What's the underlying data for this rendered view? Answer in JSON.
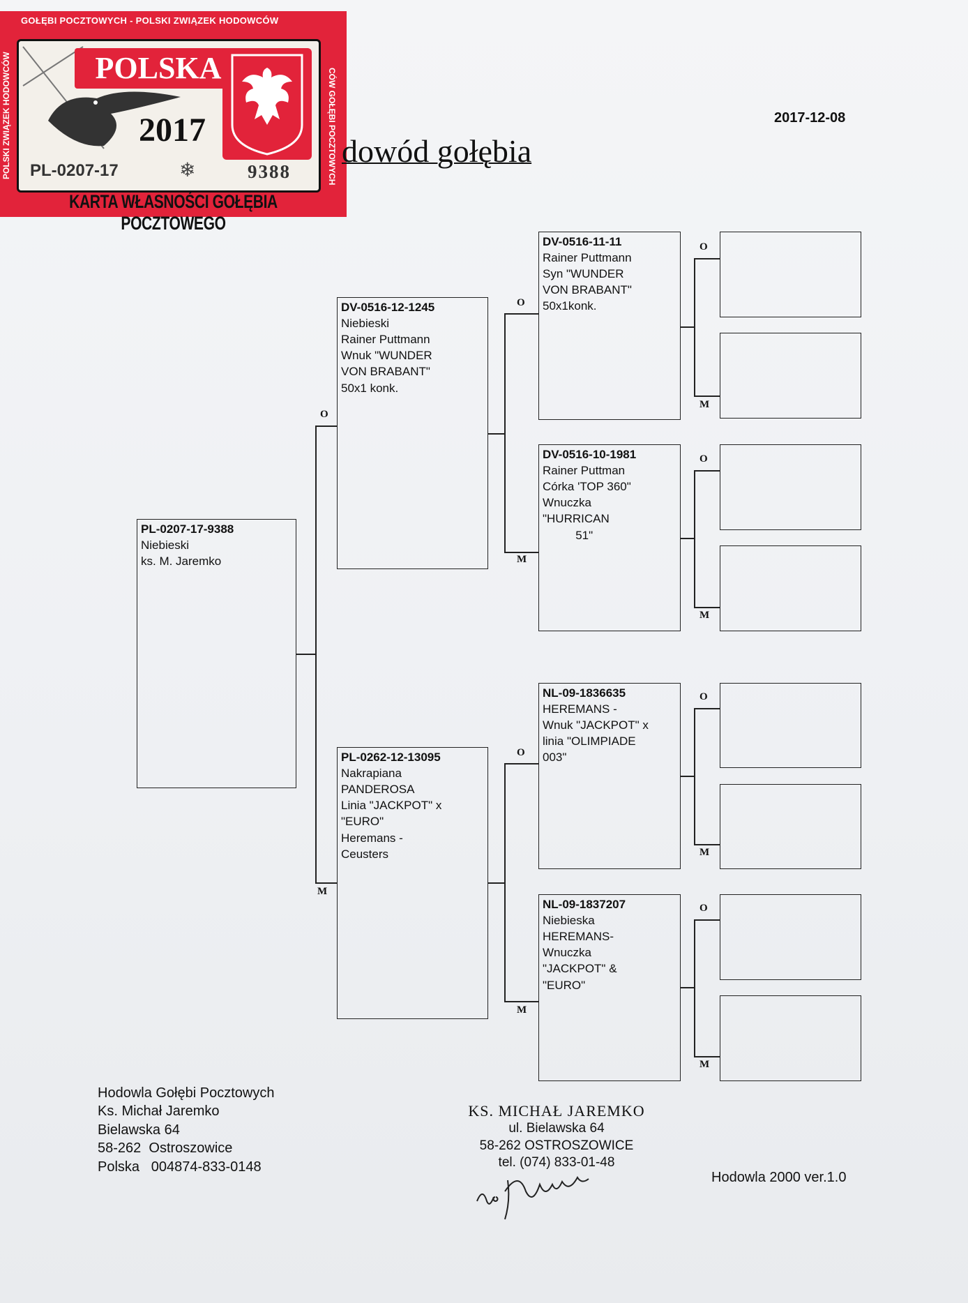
{
  "document": {
    "title": "dowód gołębia",
    "date": "2017-12-08",
    "label_father": "O",
    "label_mother": "M"
  },
  "card": {
    "top_text": "GOŁĘBI POCZTOWYCH - POLSKI ZWIĄZEK HODOWCÓW",
    "left_text": "POLSKI ZWIĄZEK HODOWCÓW",
    "right_text": "CÓW GOŁĘBI POCZTOWYCH",
    "country": "POLSKA",
    "year": "2017",
    "ring_prefix": "PL-0207-17",
    "ring_number": "9388",
    "bottom_text": "KARTA WŁASNOŚCI GOŁĘBIA POCZTOWEGO",
    "icons": [
      "pigeon-icon",
      "eagle-emblem-icon",
      "snowflake-icon"
    ]
  },
  "pedigree": {
    "subject": {
      "ring": "PL-0207-17-9388",
      "lines": [
        "Niebieski",
        "",
        "ks. M. Jaremko"
      ]
    },
    "father": {
      "ring": "DV-0516-12-1245",
      "lines": [
        "Niebieski",
        "",
        "Rainer Puttmann",
        "Wnuk \"WUNDER",
        "VON BRABANT\"",
        "50x1 konk."
      ]
    },
    "mother": {
      "ring": "PL-0262-12-13095",
      "lines": [
        "Nakrapiana",
        "PANDEROSA",
        "Linia \"JACKPOT\" x",
        "\"EURO\"",
        "Heremans -",
        "Ceusters"
      ]
    },
    "ff": {
      "ring": "DV-0516-11-11",
      "lines": [
        "",
        "Rainer Puttmann",
        "Syn \"WUNDER",
        "VON BRABANT\"",
        "50x1konk."
      ]
    },
    "fm": {
      "ring": "DV-0516-10-1981",
      "lines": [
        "",
        "Rainer Puttman",
        "Córka 'TOP 360\"",
        "Wnuczka",
        "\"HURRICAN",
        "          51\""
      ]
    },
    "mf": {
      "ring": "NL-09-1836635",
      "lines": [
        "",
        "HEREMANS -",
        "Wnuk \"JACKPOT\" x",
        "linia \"OLIMPIADE",
        "003\""
      ]
    },
    "mm": {
      "ring": "NL-09-1837207",
      "lines": [
        "Niebieska",
        "HEREMANS-",
        "Wnuczka",
        "\"JACKPOT\" &",
        "\"EURO\""
      ]
    }
  },
  "footer": {
    "left_lines": [
      "Hodowla Gołębi Pocztowych",
      "Ks. Michał Jaremko",
      "Bielawska 64",
      "58-262  Ostroszowice",
      "Polska   004874-833-0148"
    ],
    "stamp_name": "KS. MICHAŁ JAREMKO",
    "stamp_lines": [
      "ul. Bielawska 64",
      "58-262 OSTROSZOWICE",
      "tel. (074) 833-01-48"
    ],
    "software": "Hodowla 2000 ver.1.0"
  }
}
